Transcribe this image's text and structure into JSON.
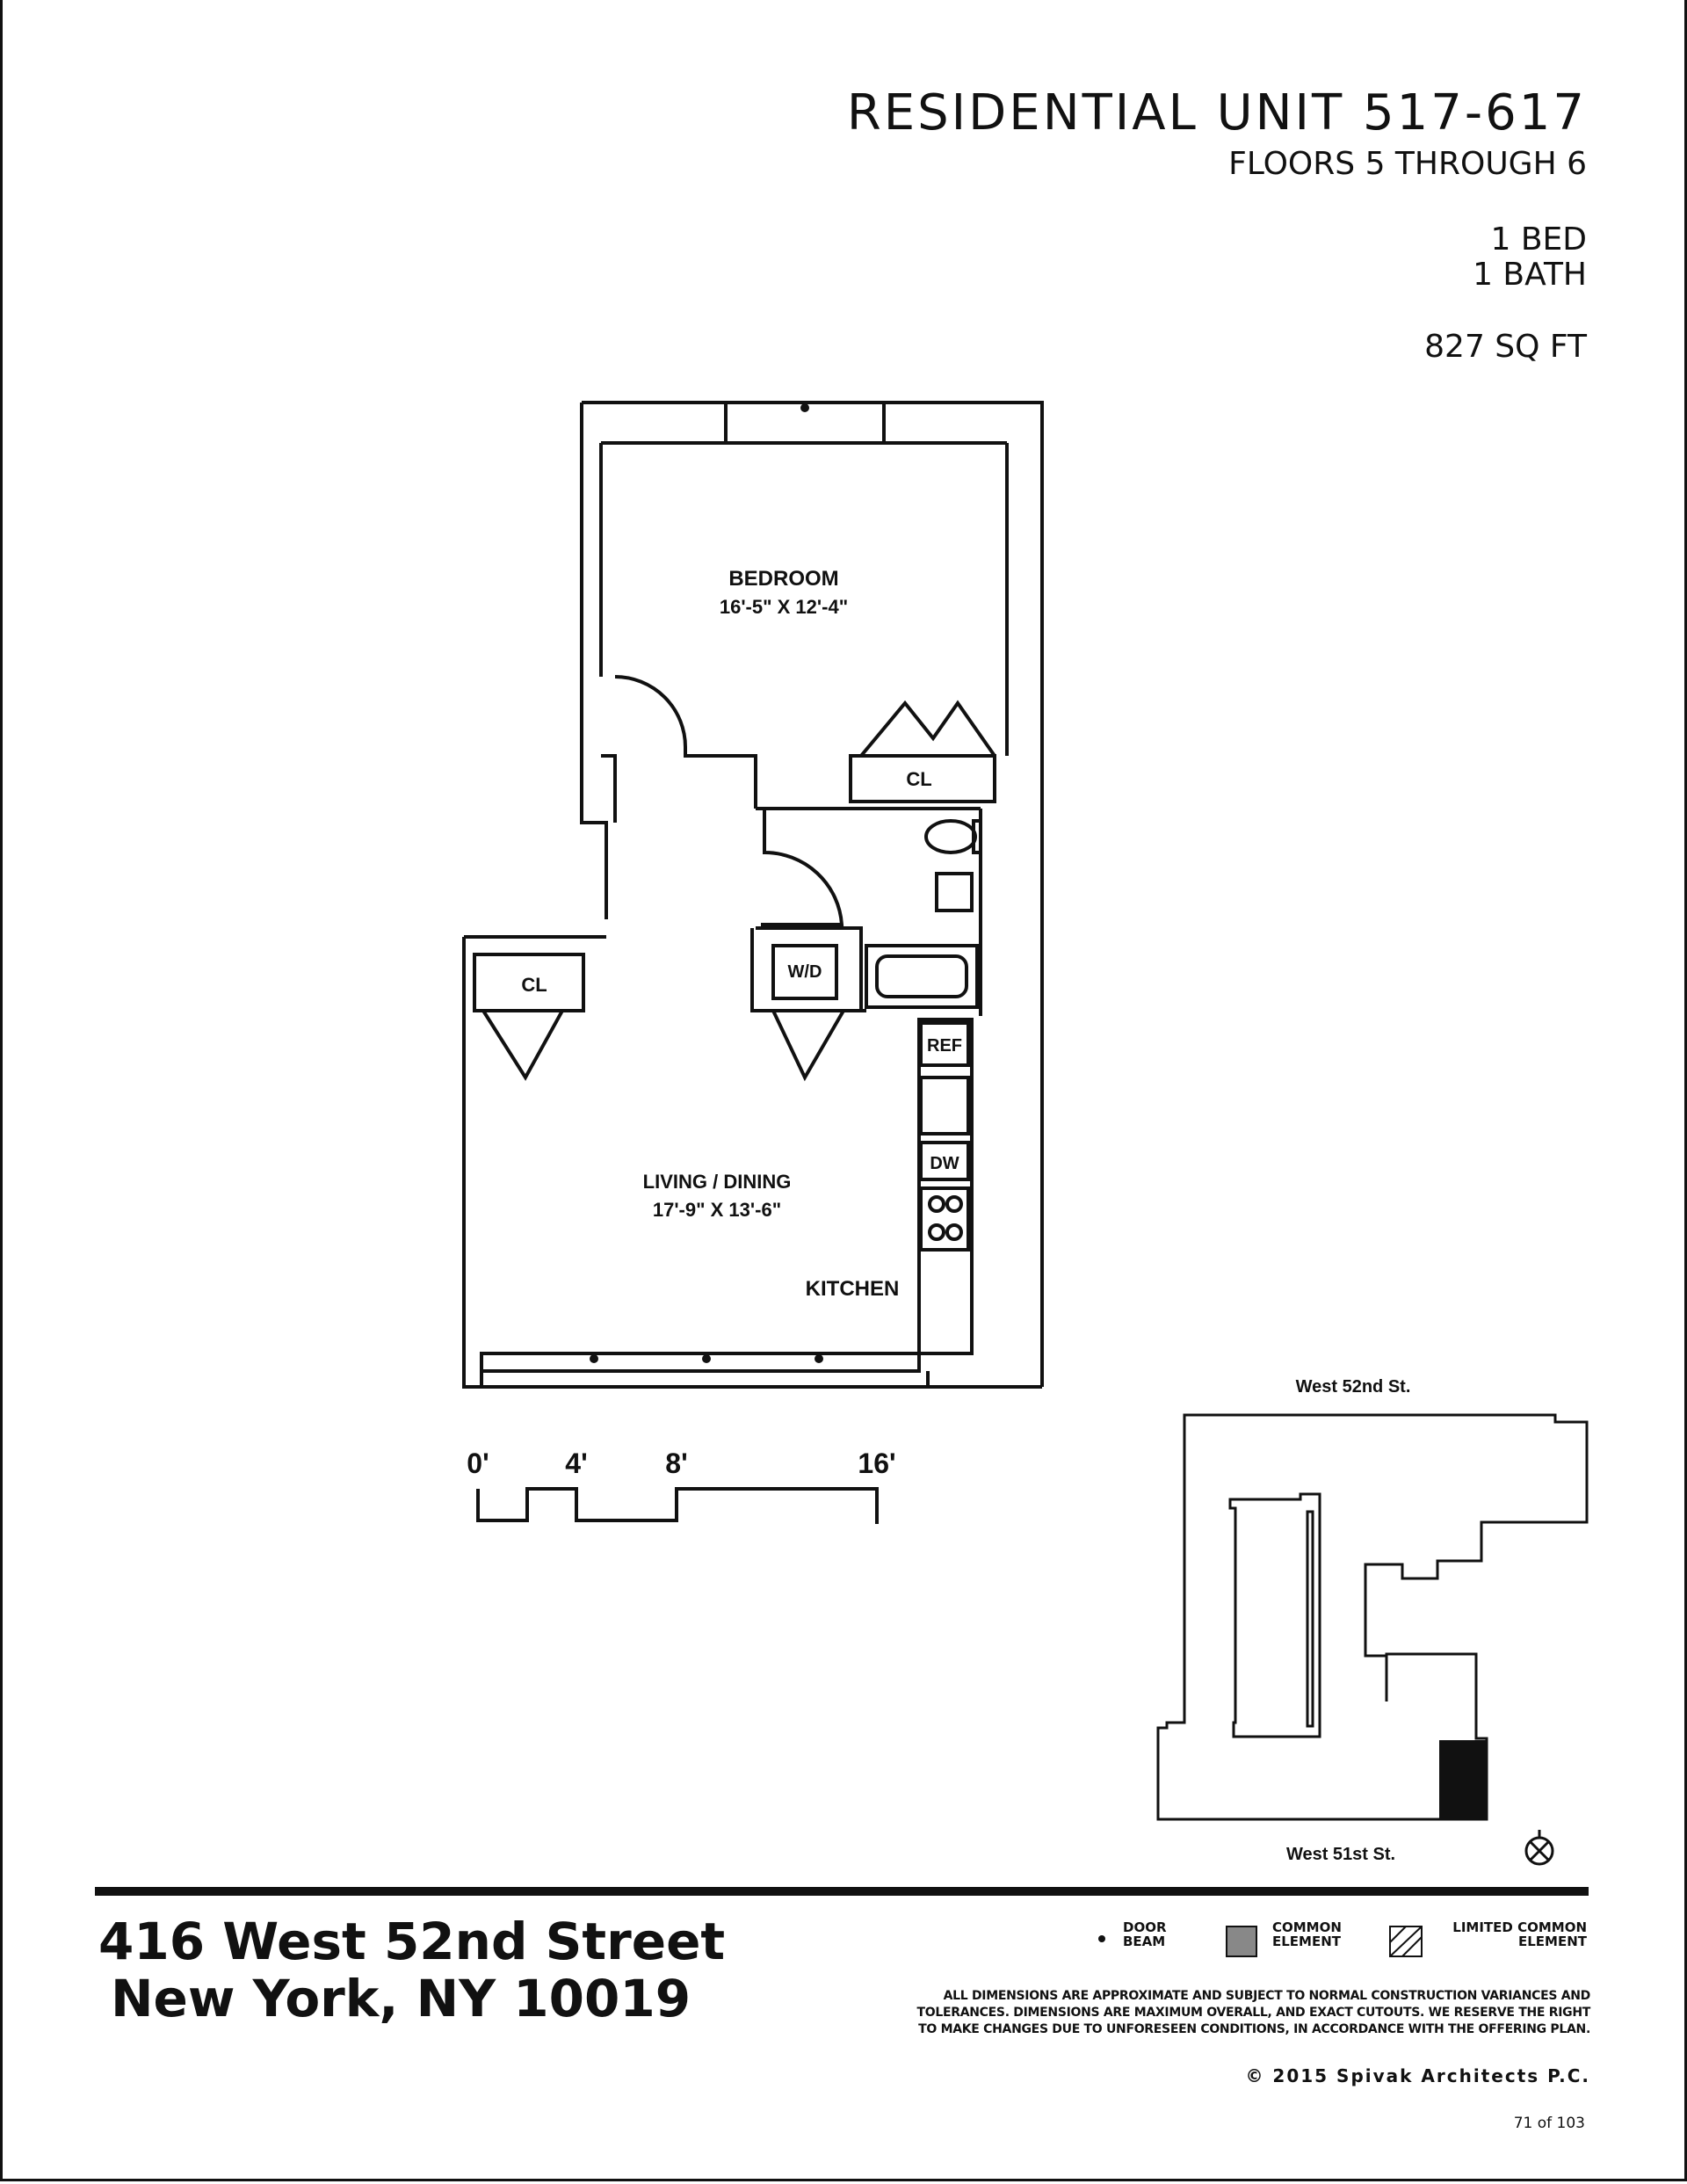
{
  "header": {
    "title": "RESIDENTIAL UNIT 517-617",
    "floors": "FLOORS 5 THROUGH 6",
    "beds": "1 BED",
    "baths": "1 BATH",
    "area": "827 SQ FT"
  },
  "rooms": {
    "bedroom_name": "BEDROOM",
    "bedroom_dims": "16'-5\" X 12'-4\"",
    "closet_bedroom": "CL",
    "closet_living": "CL",
    "washer_dryer": "W/D",
    "refrigerator": "REF",
    "dishwasher": "DW",
    "living_name": "LIVING / DINING",
    "living_dims": "17'-9\" X 13'-6\"",
    "kitchen": "KITCHEN"
  },
  "scale_bar": {
    "ticks": [
      "0'",
      "4'",
      "8'",
      "16'"
    ]
  },
  "key_plan": {
    "north_street": "West 52nd St.",
    "south_street": "West 51st St."
  },
  "address": {
    "line1": "416 West 52nd Street",
    "line2": "New York, NY 10019"
  },
  "legend": {
    "item1_line1": "DOOR",
    "item1_line2": "BEAM",
    "item2_line1": "COMMON",
    "item2_line2": "ELEMENT",
    "item3_line1": "LIMITED COMMON",
    "item3_line2": "ELEMENT"
  },
  "disclaimer": {
    "line1": "ALL DIMENSIONS ARE APPROXIMATE AND SUBJECT TO NORMAL CONSTRUCTION VARIANCES AND",
    "line2": "TOLERANCES. DIMENSIONS ARE MAXIMUM OVERALL, AND EXACT CUTOUTS. WE RESERVE THE RIGHT",
    "line3": "TO MAKE CHANGES DUE TO UNFORESEEN CONDITIONS, IN ACCORDANCE WITH THE OFFERING PLAN."
  },
  "copyright": "© 2015 Spivak Architects P.C.",
  "page_number": "71 of 103"
}
